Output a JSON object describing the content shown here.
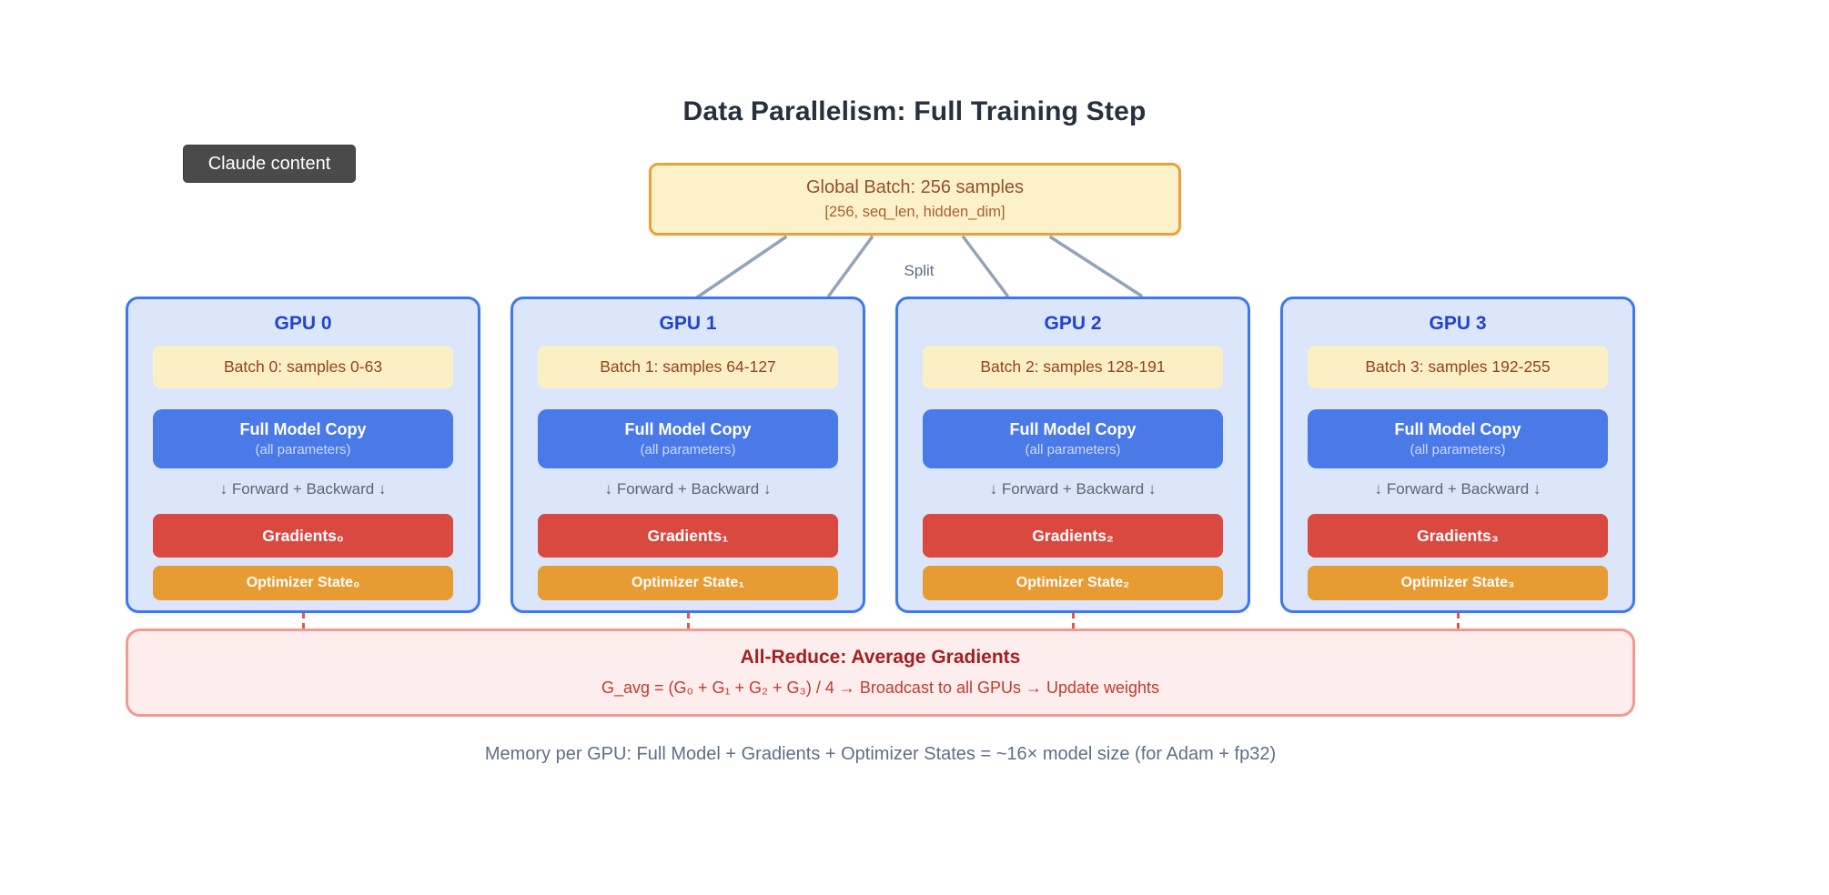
{
  "badge": {
    "label": "Claude content"
  },
  "title": "Data Parallelism: Full Training Step",
  "global_batch": {
    "line1": "Global Batch: 256 samples",
    "line2": "[256, seq_len, hidden_dim]"
  },
  "split_label": "Split",
  "gpus": [
    {
      "name": "GPU 0",
      "batch": "Batch 0: samples 0-63",
      "model_title": "Full Model Copy",
      "model_sub": "(all parameters)",
      "flow": "↓ Forward + Backward ↓",
      "gradients": "Gradients₀",
      "optimizer": "Optimizer State₀"
    },
    {
      "name": "GPU 1",
      "batch": "Batch 1: samples 64-127",
      "model_title": "Full Model Copy",
      "model_sub": "(all parameters)",
      "flow": "↓ Forward + Backward ↓",
      "gradients": "Gradients₁",
      "optimizer": "Optimizer State₁"
    },
    {
      "name": "GPU 2",
      "batch": "Batch 2: samples 128-191",
      "model_title": "Full Model Copy",
      "model_sub": "(all parameters)",
      "flow": "↓ Forward + Backward ↓",
      "gradients": "Gradients₂",
      "optimizer": "Optimizer State₂"
    },
    {
      "name": "GPU 3",
      "batch": "Batch 3: samples 192-255",
      "model_title": "Full Model Copy",
      "model_sub": "(all parameters)",
      "flow": "↓ Forward + Backward ↓",
      "gradients": "Gradients₃",
      "optimizer": "Optimizer State₃"
    }
  ],
  "all_reduce": {
    "title": "All-Reduce: Average Gradients",
    "formula": "G_avg = (G₀ + G₁ + G₂ + G₃) / 4 → Broadcast to all GPUs → Update weights"
  },
  "memory_note": "Memory per GPU: Full Model + Gradients + Optimizer States = ~16× model size (for Adam + fp32)",
  "colors": {
    "title_text": "#26303e",
    "badge_bg": "#4a4a4a",
    "global_batch_bg": "#fcf1c9",
    "global_batch_border": "#e9a13b",
    "global_batch_text": "#96502e",
    "gpu_bg": "#dbe6fa",
    "gpu_border": "#3d78ef",
    "gpu_title_text": "#2343cb",
    "batch_chip_bg": "#fbf0c5",
    "batch_chip_text": "#93421f",
    "model_box_bg": "#4a79e8",
    "gradients_bg": "#d9493f",
    "optimizer_bg": "#e69b33",
    "split_line": "#94a3b8",
    "connector_dash": "#e2574c",
    "all_reduce_bg": "#fdedec",
    "all_reduce_border": "#f19a90",
    "all_reduce_title_text": "#9f2121",
    "all_reduce_formula_text": "#c23a2d",
    "memory_note_text": "#5f6e87"
  }
}
